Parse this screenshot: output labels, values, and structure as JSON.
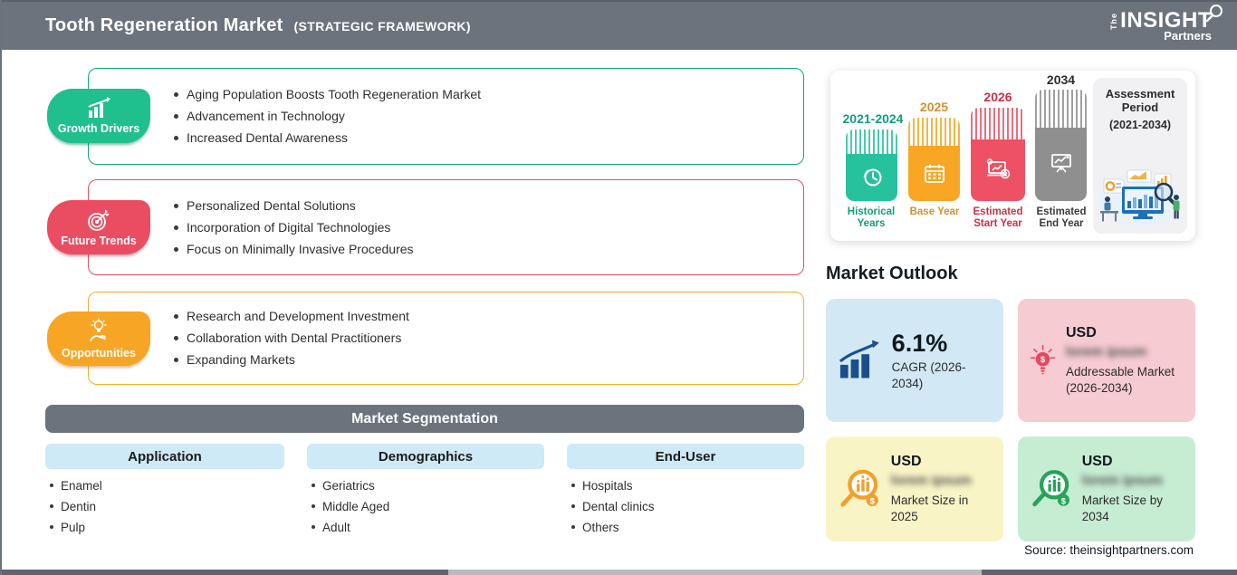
{
  "header": {
    "title": "Tooth Regeneration Market",
    "subtitle": "(STRATEGIC FRAMEWORK)",
    "logo": {
      "the": "The",
      "insight": "INSIGHT",
      "partners": "Partners"
    },
    "bar_color": "#6b737d"
  },
  "framework": {
    "growth_drivers": {
      "label": "Growth Drivers",
      "accent": "#1fbf8e",
      "items": [
        "Aging Population Boosts Tooth Regeneration Market",
        "Advancement in Technology",
        "Increased Dental Awareness"
      ]
    },
    "future_trends": {
      "label": "Future Trends",
      "accent": "#ea4d62",
      "items": [
        "Personalized Dental Solutions",
        "Incorporation of Digital Technologies",
        "Focus on Minimally Invasive Procedures"
      ]
    },
    "opportunities": {
      "label": "Opportunities",
      "accent": "#f6a525",
      "items": [
        "Research and Development Investment",
        "Collaboration with Dental Practitioners",
        "Expanding Markets"
      ]
    }
  },
  "segmentation": {
    "title": "Market Segmentation",
    "columns": [
      {
        "header": "Application",
        "items": [
          "Enamel",
          "Dentin",
          "Pulp"
        ]
      },
      {
        "header": "Demographics",
        "items": [
          "Geriatrics",
          "Middle Aged",
          "Adult"
        ]
      },
      {
        "header": "End-User",
        "items": [
          "Hospitals",
          "Dental clinics",
          "Others"
        ]
      }
    ]
  },
  "timeline": {
    "bars": [
      {
        "year": "2021-2024",
        "caption": "Historical Years",
        "color": "#26c29e"
      },
      {
        "year": "2025",
        "caption": "Base Year",
        "color": "#f8a623"
      },
      {
        "year": "2026",
        "caption": "Estimated Start Year",
        "color": "#ee5164"
      },
      {
        "year": "2034",
        "caption": "Estimated End Year",
        "color": "#8f8f8f"
      }
    ],
    "assessment": {
      "title": "Assessment Period",
      "range": "(2021-2034)"
    }
  },
  "market_outlook": {
    "title": "Market Outlook",
    "cards": [
      {
        "value": "6.1%",
        "label": "CAGR (2026-2034)",
        "bg": "#d2e8f4",
        "icon_color": "#1b4f8a"
      },
      {
        "value": "USD",
        "redacted": "lorem ipsum",
        "label": "Addressable Market (2026-2034)",
        "bg": "#f6cbd2",
        "icon_color": "#e8485e"
      },
      {
        "value": "USD",
        "redacted": "lorem ipsum",
        "label": "Market Size in 2025",
        "bg": "#f9f4c6",
        "icon_color": "#f2a02c"
      },
      {
        "value": "USD",
        "redacted": "lorem ipsum",
        "label": "Market Size by 2034",
        "bg": "#c6edd2",
        "icon_color": "#27a35b"
      }
    ]
  },
  "source": "Source: theinsightpartners.com"
}
